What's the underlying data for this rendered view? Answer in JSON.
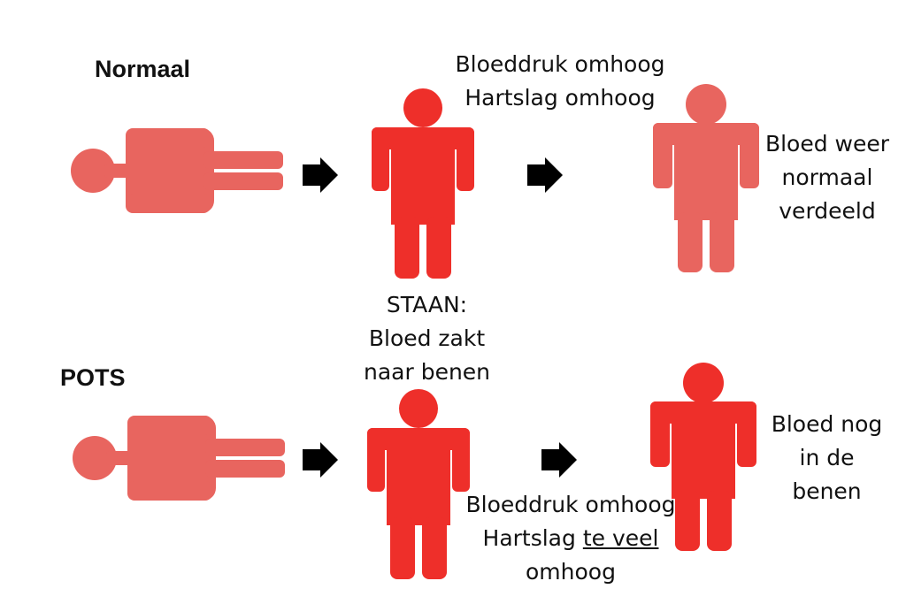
{
  "rows": {
    "normal": {
      "title": "Normaal",
      "stand_caption_lines": [
        "STAAN:",
        "Bloed zakt",
        "naar benen"
      ],
      "response_lines": [
        "Bloeddruk omhoog",
        "Hartslag omhoog"
      ],
      "result_lines": [
        "Bloed weer",
        "normaal",
        "verdeeld"
      ]
    },
    "pots": {
      "title": "POTS",
      "response_line1": "Bloeddruk omhoog",
      "response_line2_before": "Hartslag ",
      "response_line2_underlined": "te veel",
      "response_line3": "omhoog",
      "result_lines": [
        "Bloed nog",
        "in de",
        "benen"
      ]
    }
  },
  "colors": {
    "body": "#e8655f",
    "blood": "#ee2f2a",
    "pale": "#f4c4c4",
    "arrow": "#000000"
  },
  "icons": [
    "person-lying-icon",
    "arrow-right-icon",
    "person-standing-icon"
  ]
}
